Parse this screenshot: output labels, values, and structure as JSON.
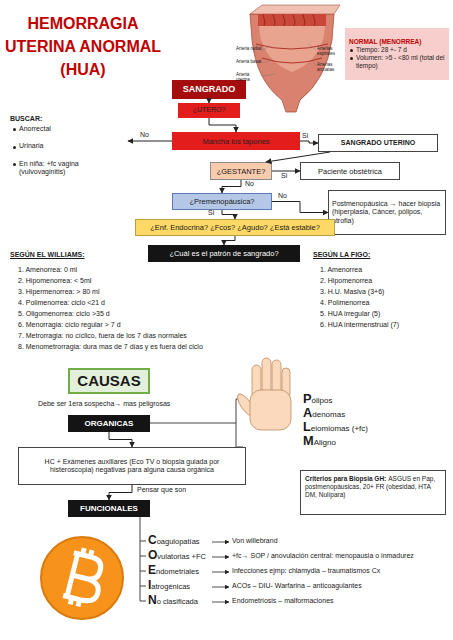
{
  "diagram": {
    "title": "HEMORRAGIA UTERINA ANORMAL (HUA)",
    "nodes": [
      {
        "text": [
          "NORMAL (MENORREA)",
          "Tiempo: 28 +- 7 d",
          "Volumen: >5 - <80 ml (total del tiempo)"
        ]
      },
      {
        "text": [
          "SANGRADO"
        ]
      },
      {
        "text": [
          "¿UTERO?"
        ]
      },
      {
        "text": [
          "Mancha los tapones"
        ]
      },
      {
        "text": [
          "SANGRADO UTERINO"
        ]
      },
      {
        "text": [
          "¿GESTANTE?"
        ]
      },
      {
        "text": [
          "Paciente obstétrica"
        ]
      },
      {
        "text": [
          "¿Premenopáusica?"
        ]
      },
      {
        "text": [
          "Postmenopáusica → hacer biopsia (hiperplasia, Cáncer, pólipos, atrofia)"
        ]
      },
      {
        "text": [
          "¿Enf. Endocrina? ¿Fcos? ¿Agudo? ¿Está estable?"
        ]
      },
      {
        "text": [
          "¿Cuál es el patrón de sangrado?"
        ]
      },
      {
        "text": [
          "CAUSAS"
        ]
      },
      {
        "text": [
          "ORGANICAS"
        ]
      },
      {
        "text": [
          "HC + Exámenes auxiliares (Eco TV o biopsia guiada por histeroscopia) negativas para alguna causa orgánica"
        ]
      },
      {
        "text": [
          "Criterios para Biopsia GH:",
          "ASGUS en Pap, postmenopáusicas, 20+ FR (obesidad, HTA DM, Nulípara)"
        ]
      },
      {
        "text": [
          "FUNCIONALES"
        ]
      }
    ],
    "edges": [
      {
        "from": 1,
        "to": 2,
        "arrow": "to"
      },
      {
        "from": 2,
        "to": 3,
        "arrow": "to"
      },
      {
        "from": 3,
        "to": 4,
        "label": "Si",
        "arrow": "to"
      },
      {
        "from": 4,
        "to": 5,
        "arrow": "to"
      },
      {
        "from": 5,
        "to": 6,
        "label": "Si",
        "arrow": "to"
      },
      {
        "from": 5,
        "to": 7,
        "label": "No",
        "arrow": "to"
      },
      {
        "from": 7,
        "to": 8,
        "label": "No",
        "arrow": "to"
      },
      {
        "from": 7,
        "to": 9,
        "label": "Si",
        "arrow": "to"
      },
      {
        "from": 9,
        "to": 10,
        "arrow": "to"
      },
      {
        "from": 12,
        "to": 13,
        "arrow": "to"
      },
      {
        "from": 13,
        "to": 15,
        "label": "Pensar que son",
        "arrow": "to"
      }
    ],
    "labels": [
      "Arteria radial",
      "Arteria basal",
      "Arteria uterina",
      "Arterias espirales",
      "Arterias arcuatas",
      "No",
      "BUSCAR:",
      "Anorrectal",
      "Urinaria",
      "En niña: +fc vagina (vulvovaginitis)",
      "SEGÚN EL WILLIAMS:",
      "1. Amenorrea: 0 ml",
      "2. Hipomenorrea: < 5ml",
      "3. Hipermenorrea: > 80 ml",
      "4. Polimenorrea: ciclo <21 d",
      "5. Oligomenorrea: ciclo >35 d",
      "6. Menorragia: ciclo regular > 7 d",
      "7. Metrorragia: no cíclico, fuera de los 7 días normales",
      "8. Menometrorragia: dura mas de 7 días y es fuera del ciclo",
      "SEGÚN LA FIGO:",
      "1. Amenorrea",
      "2. Hipomenorrea",
      "3. H.U. Masiva (3+6)",
      "4. Polimenorrea",
      "5. HUA irregular (5)",
      "6. HUA intermenstrual (7)",
      "Debe ser 1era sospecha→ mas peligrosas",
      "Pólipos",
      "Adenomas",
      "Leiomiomas (+fc)",
      "MAligno",
      "Coagulopatías",
      "Ovulatorias +FC",
      "Endometriales",
      "Iatrogénicas",
      "No clasificada",
      "Von willebrand",
      "+fc→ SOP / anovulación central: menopausia o inmadurez",
      "Infecciones ejmp: chlamydia – traumatismos Cx",
      "ACOs – DIU- Warfarina – anticoagulantes",
      "Endometriosis – malformaciones"
    ]
  }
}
